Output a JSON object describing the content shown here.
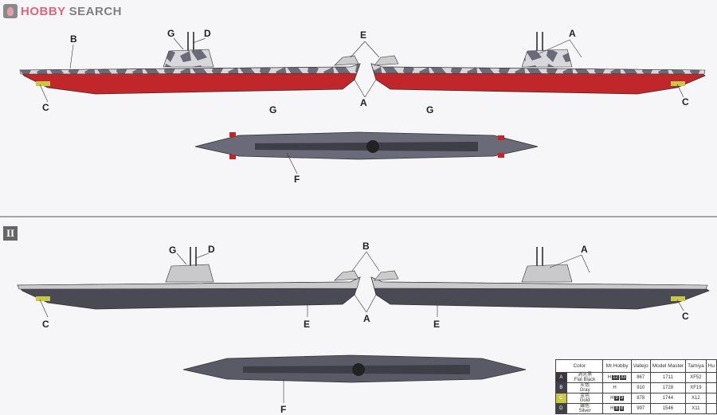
{
  "logo": {
    "hobby": "HOBBY",
    "search": "SEARCH"
  },
  "section2_label": "II",
  "labels": {
    "p1": {
      "B": "B",
      "G1": "G",
      "D": "D",
      "E": "E",
      "C1": "C",
      "G2": "G",
      "A1": "A",
      "G3": "G",
      "A2": "A",
      "C2": "C",
      "F": "F"
    },
    "p2": {
      "G": "G",
      "D": "D",
      "B": "B",
      "A1": "A",
      "C1": "C",
      "E1": "E",
      "A2": "A",
      "E2": "E",
      "C2": "C",
      "F": "F"
    }
  },
  "colors": {
    "hull_red": "#c0262a",
    "hull_dark": "#4a4a55",
    "camo_light": "#d8d8dc",
    "camo_dark": "#6a6a78",
    "deck_gray": "#c9c9cc",
    "topview_dark": "#3e3e48"
  },
  "paint_table": {
    "headers": [
      "Color",
      "Mr.Hobby",
      "Vallejo",
      "Model Master",
      "Tamiya",
      "Hu"
    ],
    "rows": [
      {
        "key": "A",
        "key_color": "#3a3540",
        "name_jp": "消光黒",
        "name_en": "Flat Black",
        "mrhobby_h": "H",
        "mrhobby_1": "12",
        "mrhobby_2": "33",
        "vallejo": "867",
        "model_master": "1711",
        "tamiya": "XF52"
      },
      {
        "key": "B",
        "key_color": "#44404a",
        "name_jp": "灰色",
        "name_en": "Gray",
        "mrhobby_h": "H",
        "mrhobby_1": "",
        "mrhobby_2": "",
        "vallejo": "910",
        "model_master": "1728",
        "tamiya": "XF19"
      },
      {
        "key": "C",
        "key_color": "#c9c74a",
        "name_jp": "金色",
        "name_en": "Gold",
        "mrhobby_h": "H",
        "mrhobby_1": "9",
        "mrhobby_2": "9",
        "vallejo": "878",
        "model_master": "1744",
        "tamiya": "X12"
      },
      {
        "key": "D",
        "key_color": "#44404a",
        "name_jp": "銀色",
        "name_en": "Silver",
        "mrhobby_h": "H",
        "mrhobby_1": "8",
        "mrhobby_2": "8",
        "vallejo": "997",
        "model_master": "1546",
        "tamiya": "X11"
      }
    ]
  }
}
